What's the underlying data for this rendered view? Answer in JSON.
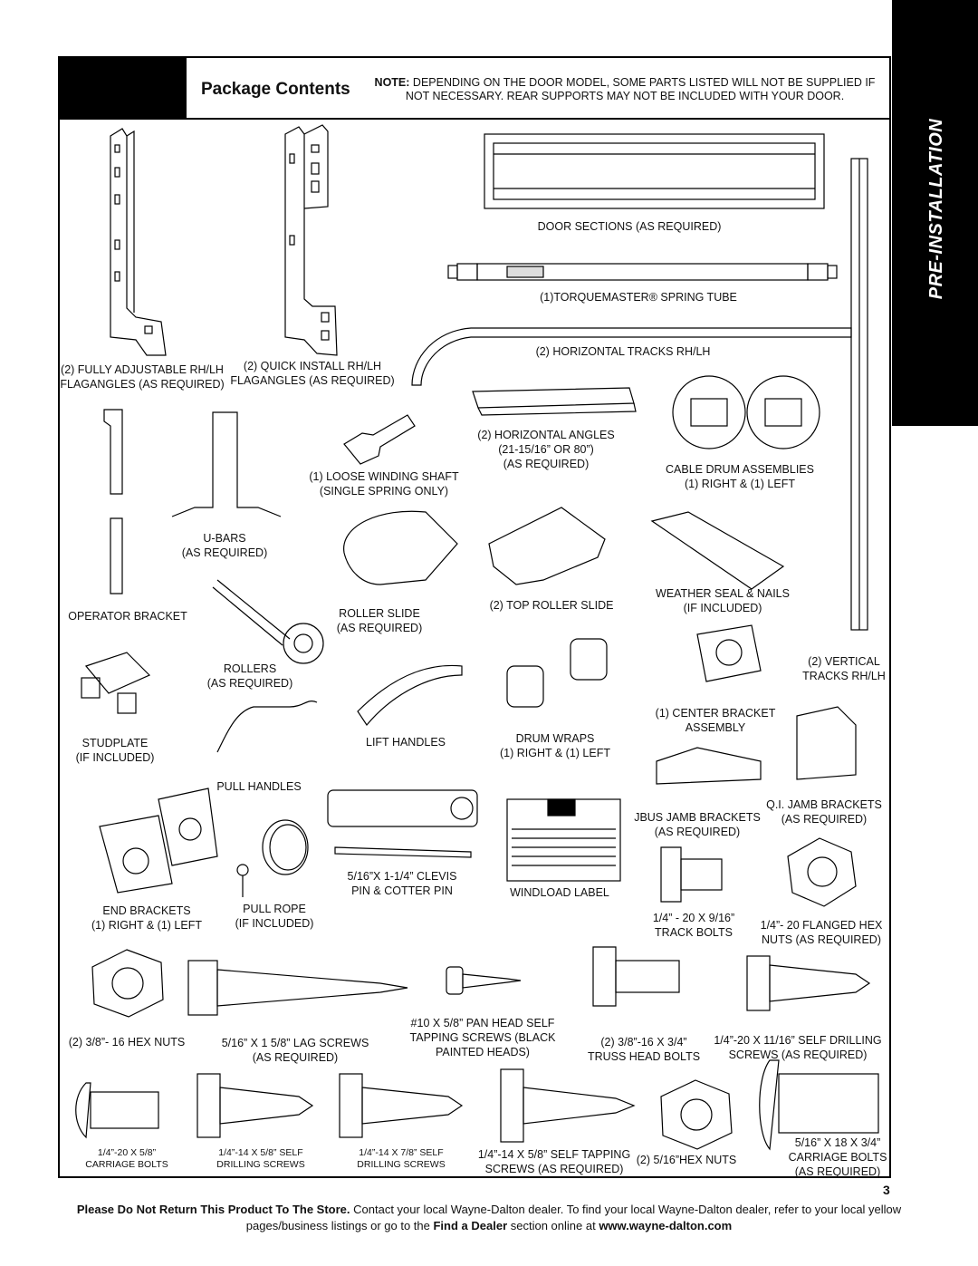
{
  "header": {
    "title": "Package Contents",
    "note_label": "NOTE:",
    "note_text": "DEPENDING ON THE DOOR MODEL, SOME PARTS LISTED WILL NOT BE SUPPLIED IF NOT NECESSARY. REAR SUPPORTS MAY NOT BE INCLUDED WITH YOUR DOOR."
  },
  "side_tab": "PRE-INSTALLATION",
  "parts": {
    "fully_adjustable_flagangles": [
      "(2) FULLY ADJUSTABLE RH/LH",
      "FLAGANGLES (AS REQUIRED)"
    ],
    "quick_install_flagangles": [
      "(2) QUICK INSTALL RH/LH",
      "FLAGANGLES (AS REQUIRED)"
    ],
    "door_sections": "DOOR SECTIONS (AS REQUIRED)",
    "spring_tube": "(1)TORQUEMASTER® SPRING TUBE",
    "horizontal_tracks": "(2) HORIZONTAL TRACKS RH/LH",
    "horizontal_angles": [
      "(2) HORIZONTAL ANGLES",
      "(21-15/16” OR 80”)",
      "(AS REQUIRED)"
    ],
    "cable_drum": [
      "CABLE DRUM ASSEMBLIES",
      "(1) RIGHT & (1) LEFT"
    ],
    "loose_winding_shaft": [
      "(1) LOOSE WINDING SHAFT",
      "(SINGLE SPRING ONLY)"
    ],
    "u_bars": [
      "U-BARS",
      "(AS REQUIRED)"
    ],
    "operator_bracket": "OPERATOR BRACKET",
    "roller_slide": [
      "ROLLER SLIDE",
      "(AS REQUIRED)"
    ],
    "top_roller_slide": "(2) TOP ROLLER SLIDE",
    "weather_seal": [
      "WEATHER SEAL & NAILS",
      "(IF INCLUDED)"
    ],
    "vertical_tracks": [
      "(2) VERTICAL",
      "TRACKS RH/LH"
    ],
    "rollers": [
      "ROLLERS",
      "(AS REQUIRED)"
    ],
    "center_bracket": [
      "(1) CENTER BRACKET",
      "ASSEMBLY"
    ],
    "studplate": [
      "STUDPLATE",
      "(IF INCLUDED)"
    ],
    "lift_handles": "LIFT HANDLES",
    "drum_wraps": [
      "DRUM WRAPS",
      "(1) RIGHT & (1) LEFT"
    ],
    "pull_handles": "PULL HANDLES",
    "jbus_jamb": [
      "JBUS JAMB BRACKETS",
      "(AS REQUIRED)"
    ],
    "qi_jamb": [
      "Q.I. JAMB BRACKETS",
      "(AS REQUIRED)"
    ],
    "clevis_pin": [
      "5/16”X 1-1/4” CLEVIS",
      "PIN & COTTER PIN"
    ],
    "windload_label": "WINDLOAD LABEL",
    "end_brackets": [
      "END BRACKETS",
      "(1) RIGHT & (1) LEFT"
    ],
    "pull_rope": [
      "PULL ROPE",
      "(IF INCLUDED)"
    ],
    "track_bolts": [
      "1/4” - 20 X 9/16”",
      "TRACK BOLTS"
    ],
    "flanged_hex": [
      "1/4”- 20 FLANGED HEX",
      "NUTS (AS REQUIRED)"
    ],
    "hex_nuts_3_8": "(2) 3/8”- 16 HEX NUTS",
    "lag_screws": [
      "5/16” X 1 5/8” LAG SCREWS",
      "(AS REQUIRED)"
    ],
    "pan_head": [
      "#10 X 5/8” PAN HEAD SELF",
      "TAPPING SCREWS (BLACK",
      "PAINTED HEADS)"
    ],
    "truss_head": [
      "(2) 3/8”-16 X 3/4”",
      "TRUSS HEAD BOLTS"
    ],
    "self_drilling_11_16": [
      "1/4”-20 X 11/16” SELF DRILLING",
      "SCREWS (AS REQUIRED)"
    ],
    "carriage_bolts_small": [
      "1/4”-20 X 5/8”",
      "CARRIAGE BOLTS"
    ],
    "drill_5_8": [
      "1/4”-14 X 5/8” SELF",
      "DRILLING SCREWS"
    ],
    "drill_7_8": [
      "1/4”-14 X 7/8” SELF",
      "DRILLING SCREWS"
    ],
    "self_tapping": [
      "1/4”-14 X 5/8” SELF TAPPING",
      "SCREWS (AS REQUIRED)"
    ],
    "hex_nuts_5_16": "(2) 5/16”HEX NUTS",
    "carriage_bolts_large": [
      "5/16” X 18 X 3/4”",
      "CARRIAGE BOLTS",
      "(AS REQUIRED)"
    ]
  },
  "page_number": "3",
  "footer": {
    "lead_bold": "Please Do Not Return This Product To The Store.",
    "text1": " Contact your local Wayne-Dalton dealer. To find your local Wayne-Dalton dealer, refer to your local yellow pages/business listings or go to the ",
    "bold2": "Find a Dealer",
    "text2": " section online at ",
    "bold3": "www.wayne-dalton.com"
  }
}
